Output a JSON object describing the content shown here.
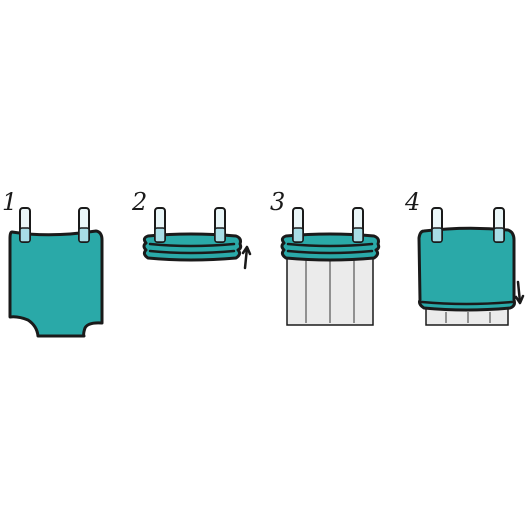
{
  "steps": [
    {
      "number": "1",
      "action": "hang-garment"
    },
    {
      "number": "2",
      "action": "roll-up",
      "arrow": "up"
    },
    {
      "number": "3",
      "action": "insert-insole"
    },
    {
      "number": "4",
      "action": "roll-down",
      "arrow": "down"
    }
  ],
  "colors": {
    "fabric": "#2aa9a8",
    "outline": "#1a1a1a",
    "clip": "#eaf6f8",
    "clip_inner": "#a8dde6",
    "insert": "#ebebeb",
    "background": "#ffffff"
  },
  "icons": [
    "clothespin-icon",
    "arrow-up-icon",
    "arrow-down-icon"
  ]
}
